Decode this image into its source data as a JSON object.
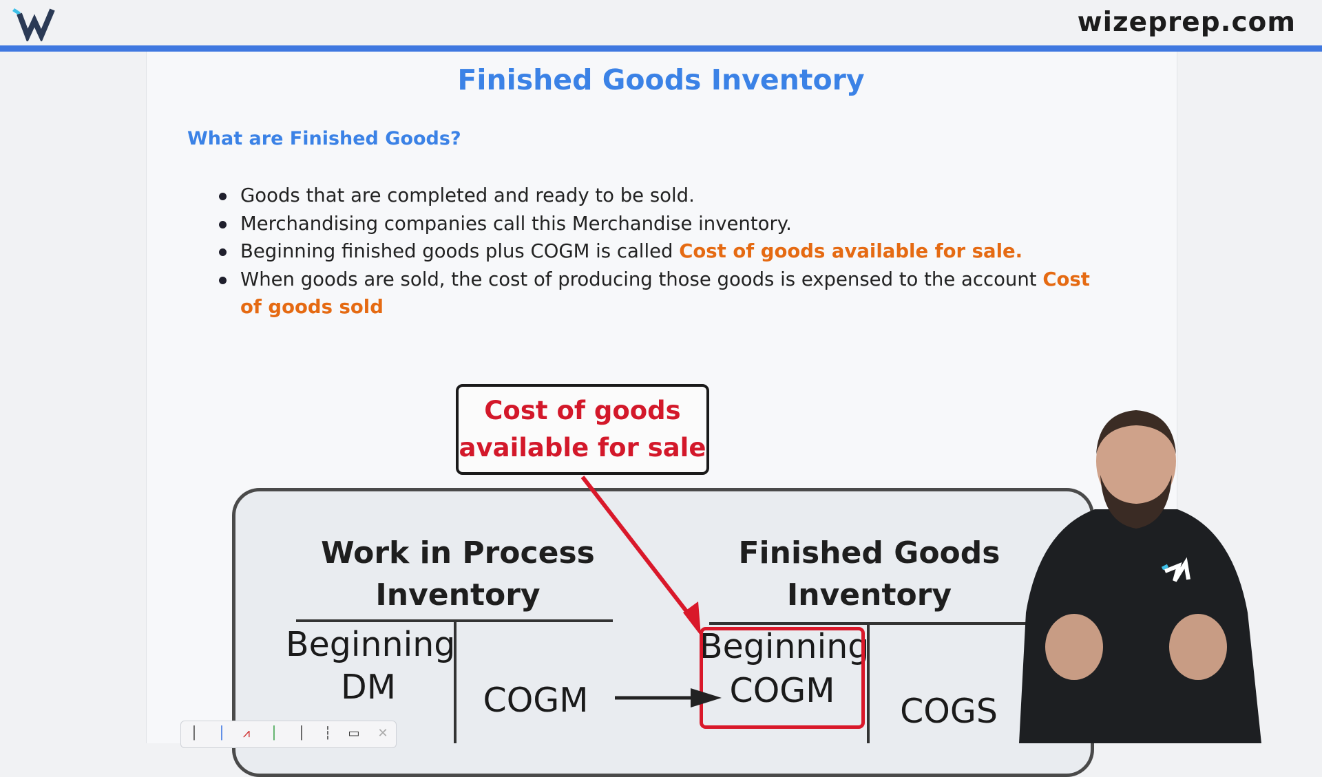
{
  "header": {
    "site": "wizeprep.com"
  },
  "slide": {
    "title": "Finished Goods Inventory",
    "question": "What are Finished Goods?",
    "bullets": [
      {
        "text": "Goods that are completed and ready to be sold.",
        "highlight": ""
      },
      {
        "text": "Merchandising companies call this Merchandise inventory.",
        "highlight": ""
      },
      {
        "text": "Beginning finished goods plus COGM is called ",
        "highlight": "Cost of goods available for sale."
      },
      {
        "text": "When goods are sold, the cost of producing those goods is expensed to the account ",
        "highlight": "Cost of goods sold"
      }
    ]
  },
  "diagram": {
    "callout_line1": "Cost of goods",
    "callout_line2": "available for sale",
    "wip": {
      "title_line1": "Work in Process",
      "title_line2": "Inventory",
      "debit_line1": "Beginning",
      "debit_line2": "DM",
      "credit": "COGM"
    },
    "fg": {
      "title_line1": "Finished Goods",
      "title_line2": "Inventory",
      "debit_line1": "Beginning",
      "debit_line2": "COGM",
      "credit": "COGS"
    }
  },
  "colors": {
    "brand_blue": "#3b82e6",
    "header_bar": "#3f78e0",
    "highlight_orange": "#e56a12",
    "callout_red": "#d3182a"
  },
  "icons": [
    "wizeprep-logo-icon",
    "arrow-icon",
    "pen-icon",
    "eraser-icon",
    "close-icon"
  ]
}
